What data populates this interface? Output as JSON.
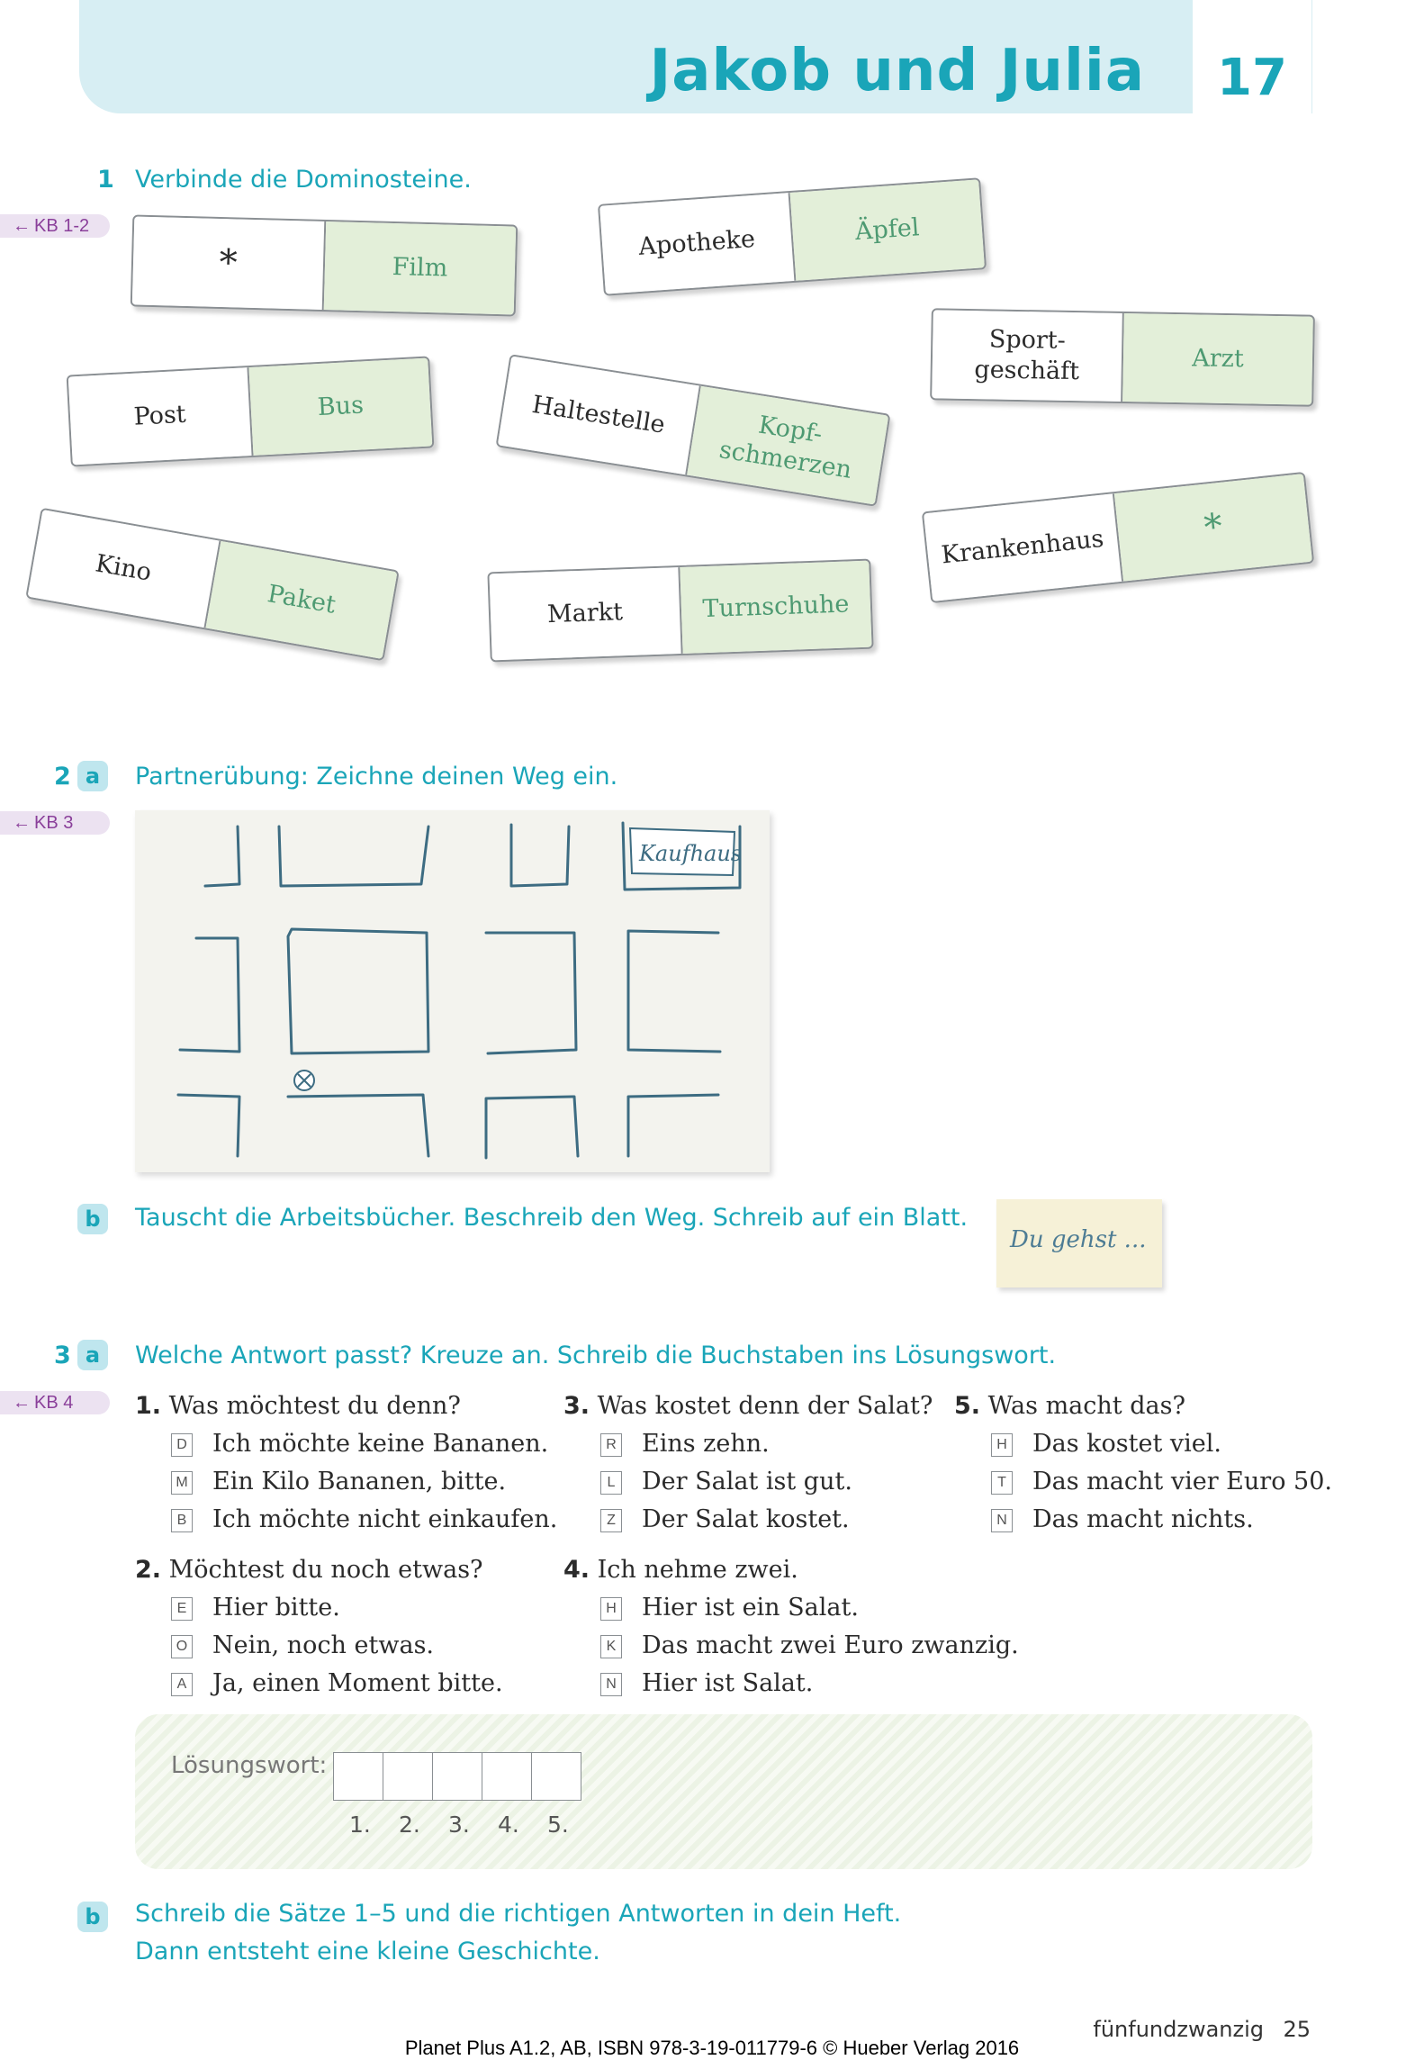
{
  "header": {
    "title": "Jakob und Julia",
    "chapter": "17"
  },
  "ex1": {
    "number": "1",
    "instruction": "Verbinde die Dominosteine.",
    "ref": "KB 1-2",
    "dominoes": [
      {
        "left": "*",
        "right": "Film"
      },
      {
        "left": "Apotheke",
        "right": "Äpfel"
      },
      {
        "left": "Sport-\ngeschäft",
        "right": "Arzt"
      },
      {
        "left": "Post",
        "right": "Bus"
      },
      {
        "left": "Haltestelle",
        "right": "Kopf-\nschmerzen"
      },
      {
        "left": "Kino",
        "right": "Paket"
      },
      {
        "left": "Markt",
        "right": "Turnschuhe"
      },
      {
        "left": "Krankenhaus",
        "right": "*"
      }
    ]
  },
  "ex2": {
    "number": "2",
    "a_letter": "a",
    "a_instruction": "Partnerübung: Zeichne deinen Weg ein.",
    "a_ref": "KB 3",
    "map_label": "Kaufhaus",
    "b_letter": "b",
    "b_instruction": "Tauscht die Arbeitsbücher. Beschreib den Weg. Schreib auf ein Blatt.",
    "note": "Du gehst ..."
  },
  "ex3": {
    "number": "3",
    "a_letter": "a",
    "a_instruction": "Welche Antwort passt? Kreuze an. Schreib die Buchstaben ins Lösungswort.",
    "a_ref": "KB 4",
    "questions": [
      {
        "num": "1.",
        "text": "Was möchtest du denn?",
        "options": [
          {
            "letter": "D",
            "text": "Ich möchte keine Bananen."
          },
          {
            "letter": "M",
            "text": "Ein Kilo Bananen, bitte."
          },
          {
            "letter": "B",
            "text": "Ich möchte nicht einkaufen."
          }
        ]
      },
      {
        "num": "2.",
        "text": "Möchtest du noch etwas?",
        "options": [
          {
            "letter": "E",
            "text": "Hier bitte."
          },
          {
            "letter": "O",
            "text": "Nein, noch etwas."
          },
          {
            "letter": "A",
            "text": "Ja, einen Moment bitte."
          }
        ]
      },
      {
        "num": "3.",
        "text": "Was kostet denn der Salat?",
        "options": [
          {
            "letter": "R",
            "text": "Eins zehn."
          },
          {
            "letter": "L",
            "text": "Der Salat ist gut."
          },
          {
            "letter": "Z",
            "text": "Der Salat kostet."
          }
        ]
      },
      {
        "num": "4.",
        "text": "Ich nehme zwei.",
        "options": [
          {
            "letter": "H",
            "text": "Hier ist ein Salat."
          },
          {
            "letter": "K",
            "text": "Das macht zwei Euro zwanzig."
          },
          {
            "letter": "N",
            "text": "Hier ist Salat."
          }
        ]
      },
      {
        "num": "5.",
        "text": "Was macht das?",
        "options": [
          {
            "letter": "H",
            "text": "Das kostet viel."
          },
          {
            "letter": "T",
            "text": "Das macht vier Euro 50."
          },
          {
            "letter": "N",
            "text": "Das macht nichts."
          }
        ]
      }
    ],
    "solution_label": "Lösungswort:",
    "solution_numbers": [
      "1.",
      "2.",
      "3.",
      "4.",
      "5."
    ],
    "b_letter": "b",
    "b_line1": "Schreib die Sätze 1–5 und die richtigen Antworten in dein Heft.",
    "b_line2": "Dann entsteht eine kleine Geschichte."
  },
  "footer": {
    "page_word": "fünfundzwanzig",
    "page_number": "25",
    "copyright": "Planet Plus A1.2, AB, ISBN 978-3-19-011779-6 © Hueber Verlag 2016"
  }
}
